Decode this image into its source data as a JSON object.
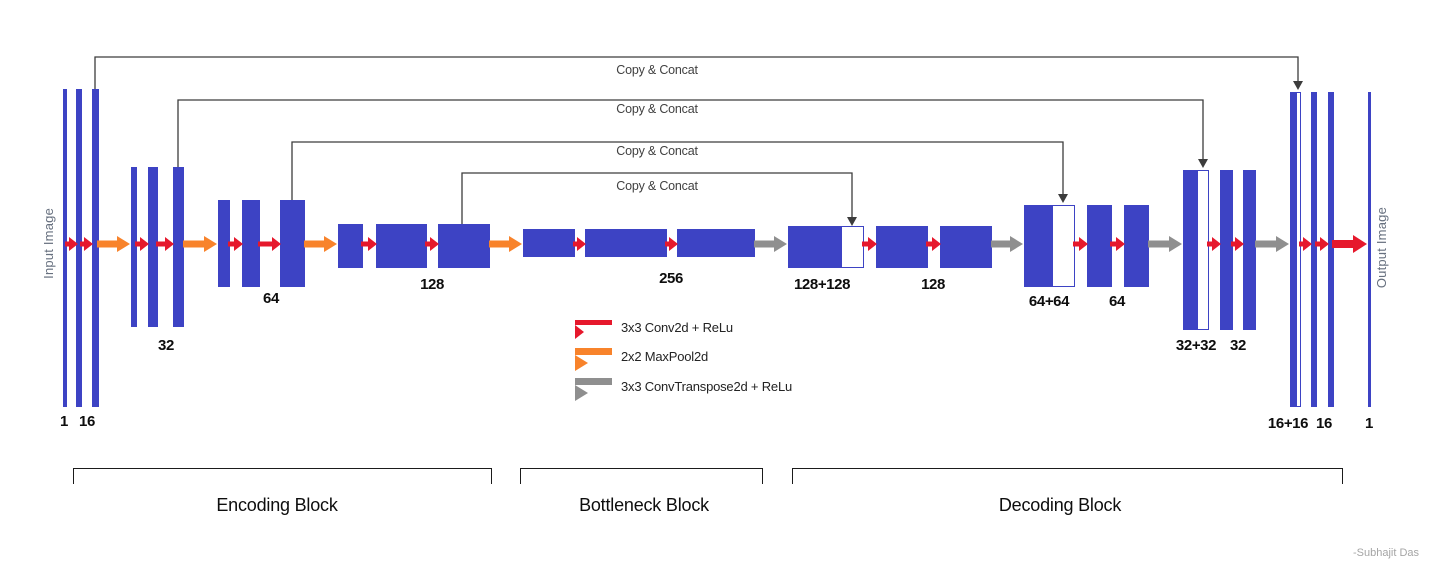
{
  "side_labels": {
    "input": "Input Image",
    "output": "Output Image"
  },
  "skip_connection_label": "Copy & Concat",
  "channels": {
    "input": "1",
    "enc16": "16",
    "enc32": "32",
    "enc64": "64",
    "enc128": "128",
    "bottleneck256": "256",
    "dec128cat": "128+128",
    "dec128": "128",
    "dec64cat": "64+64",
    "dec64": "64",
    "dec32cat": "32+32",
    "dec32": "32",
    "dec16cat": "16+16",
    "dec16": "16",
    "output": "1"
  },
  "legend": {
    "conv": "3x3 Conv2d + ReLu",
    "maxpool": "2x2 MaxPool2d",
    "convtranspose": "3x3 ConvTranspose2d + ReLu"
  },
  "blocks": {
    "encoding": "Encoding Block",
    "bottleneck": "Bottleneck Block",
    "decoding": "Decoding Block"
  },
  "attribution": "-Subhajit Das",
  "colors": {
    "feature_map": "#3d43c4",
    "concat_map_fill": "#ffffff",
    "conv_arrow": "#e6182c",
    "maxpool_arrow": "#f8832b",
    "convtranspose_arrow": "#8f8f8f",
    "skip_line": "#3c3c3c"
  }
}
